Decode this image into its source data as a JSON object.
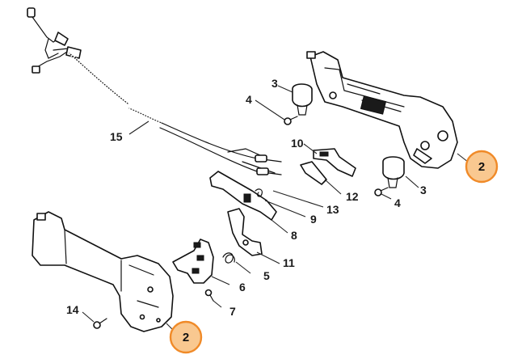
{
  "labels": {
    "p2": "2",
    "p3": "3",
    "p4": "4",
    "p5": "5",
    "p6": "6",
    "p7": "7",
    "p8": "8",
    "p9": "9",
    "p10": "10",
    "p11": "11",
    "p12": "12",
    "p13": "13",
    "p14": "14",
    "p15": "15"
  },
  "colors": {
    "highlight_fill": "#f9c890",
    "highlight_stroke": "#f08a28"
  }
}
